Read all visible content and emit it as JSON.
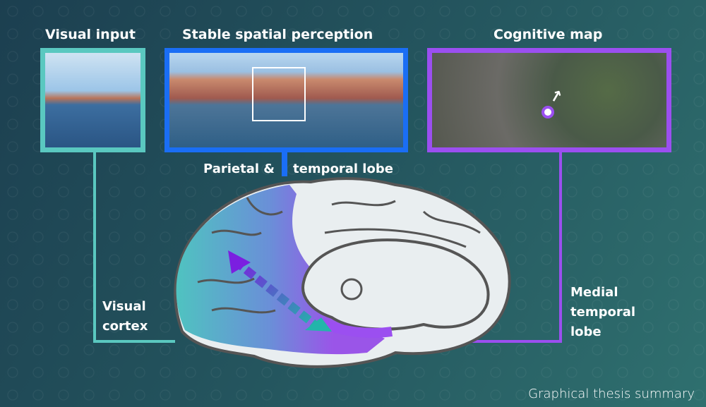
{
  "panels": {
    "visual_input": {
      "title": "Visual input",
      "color": "#5ac8c0"
    },
    "stable_perception": {
      "title": "Stable spatial perception",
      "color": "#1a6ef5"
    },
    "cognitive_map": {
      "title": "Cognitive map",
      "color": "#9b4ff0"
    }
  },
  "labels": {
    "parietal": "Parietal &",
    "temporal_lobe": "temporal lobe",
    "visual_cortex_1": "Visual",
    "visual_cortex_2": "cortex",
    "medial_1": "Medial",
    "medial_2": "temporal",
    "medial_3": "lobe"
  },
  "footer": "Graphical thesis summary"
}
